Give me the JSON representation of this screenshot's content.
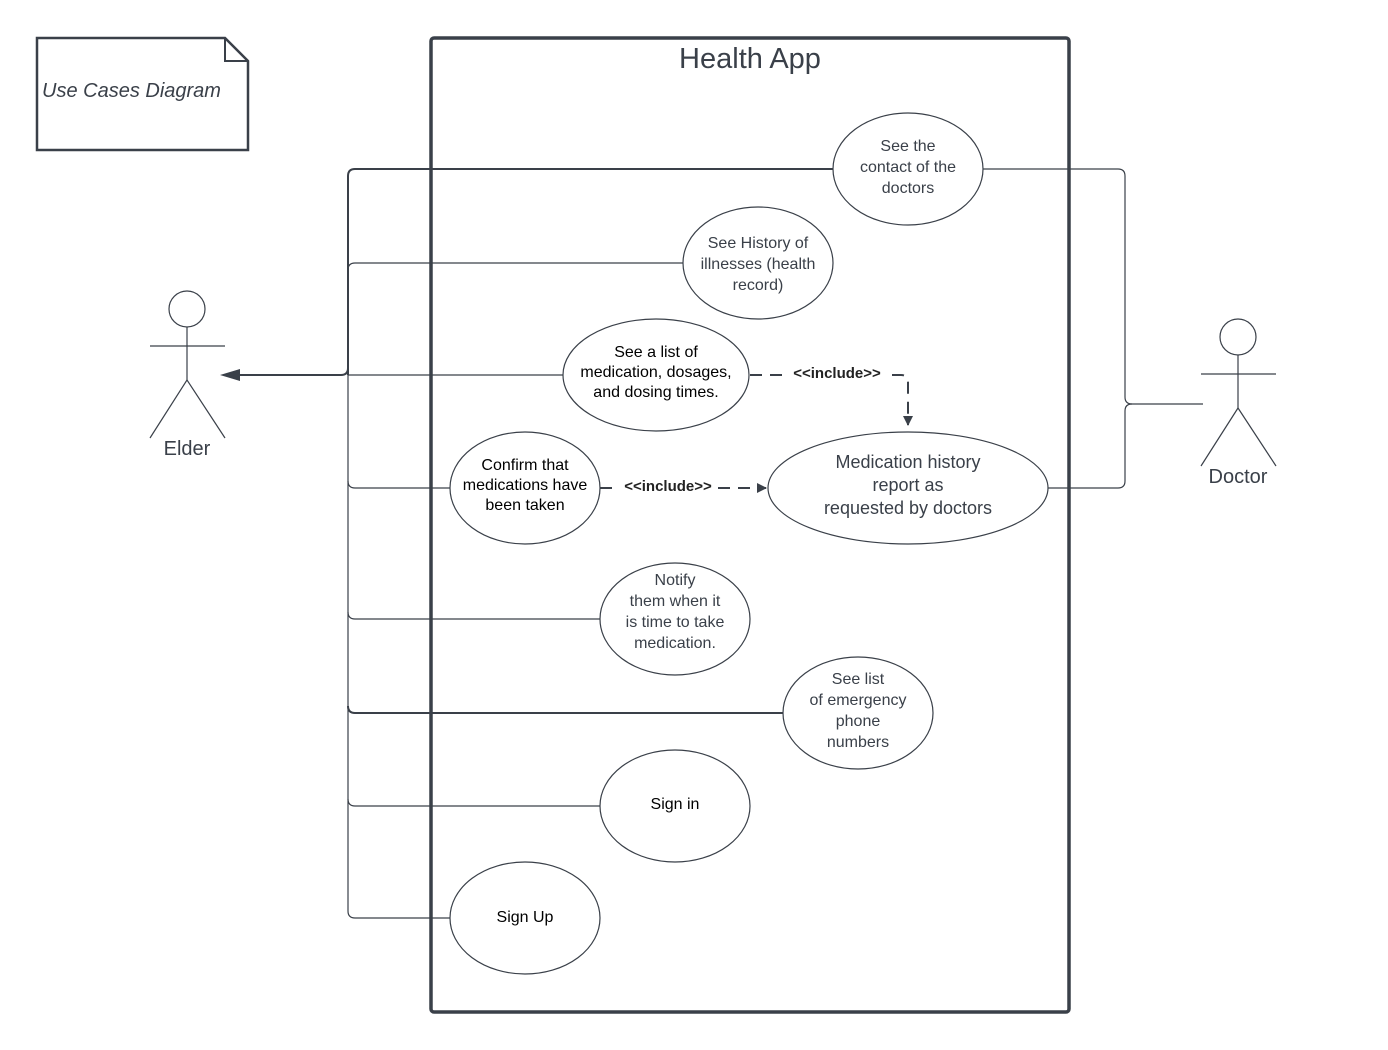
{
  "note": {
    "label": "Use Cases Diagram"
  },
  "system": {
    "title": "Health App"
  },
  "actors": {
    "elder": {
      "name": "Elder"
    },
    "doctor": {
      "name": "Doctor"
    }
  },
  "use_cases": {
    "contact_doctors": [
      "See the",
      "contact of the",
      "doctors"
    ],
    "history_illnesses": [
      "See History of",
      "illnesses (health",
      "record)"
    ],
    "medication_list": [
      "See a list of",
      "medication, dosages,",
      "and dosing times."
    ],
    "confirm_medications": [
      "Confirm that",
      "medications have",
      "been taken"
    ],
    "medication_report": [
      "Medication history",
      "report as",
      "requested by doctors"
    ],
    "notify": [
      "Notify",
      "them when it",
      "is time to take",
      "medication."
    ],
    "emergency_numbers": [
      "See list",
      "of emergency",
      "phone",
      "numbers"
    ],
    "sign_in": [
      "Sign in"
    ],
    "sign_up": [
      "Sign Up"
    ]
  },
  "relations": {
    "include_1": "<<include>>",
    "include_2": "<<include>>"
  }
}
